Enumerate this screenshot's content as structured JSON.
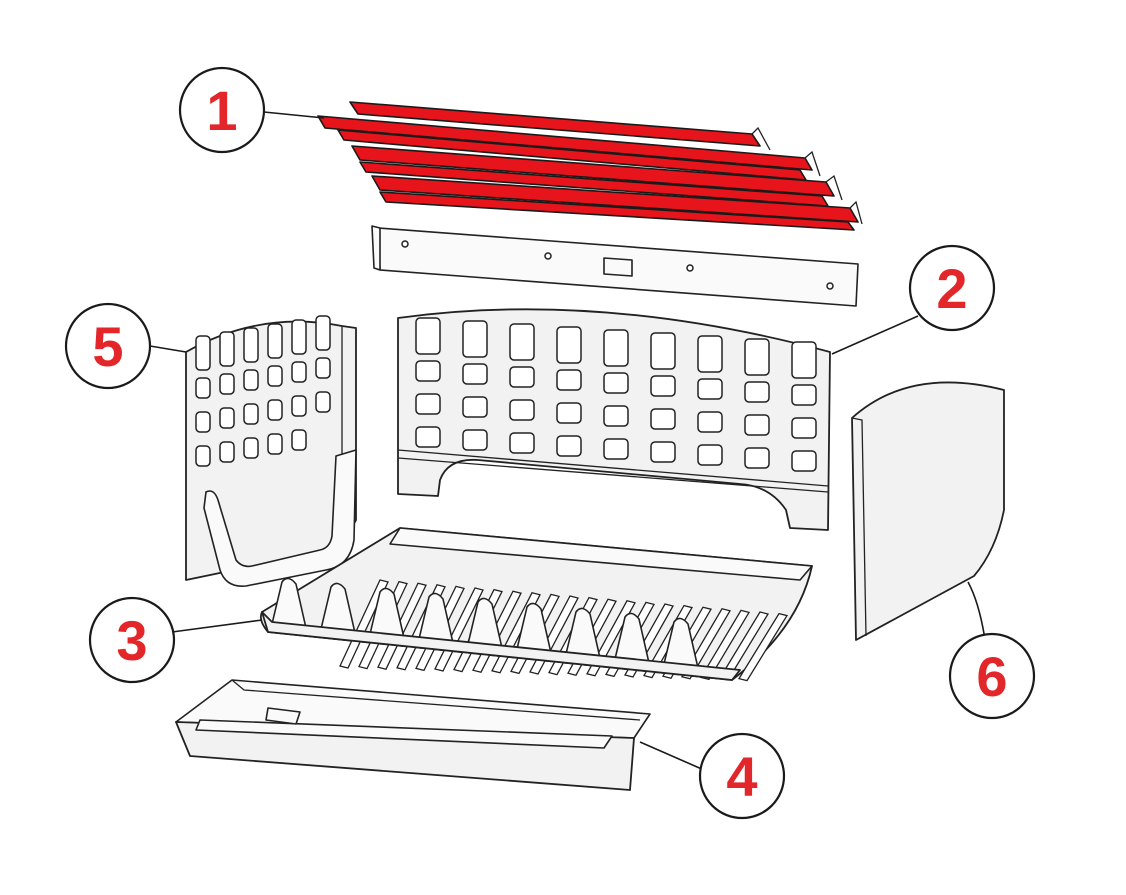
{
  "diagram": {
    "highlight_color": "#e2262a",
    "callouts": [
      {
        "id": "1",
        "label": "1"
      },
      {
        "id": "2",
        "label": "2"
      },
      {
        "id": "3",
        "label": "3"
      },
      {
        "id": "4",
        "label": "4"
      },
      {
        "id": "5",
        "label": "5"
      },
      {
        "id": "6",
        "label": "6"
      }
    ],
    "parts": [
      {
        "callout": "1",
        "icon": "red-bars-icon"
      },
      {
        "callout": "2",
        "icon": "back-panel-icon"
      },
      {
        "callout": "3",
        "icon": "grate-icon"
      },
      {
        "callout": "4",
        "icon": "ash-tray-icon"
      },
      {
        "callout": "5",
        "icon": "left-side-panel-icon"
      },
      {
        "callout": "6",
        "icon": "right-side-panel-icon"
      }
    ]
  }
}
